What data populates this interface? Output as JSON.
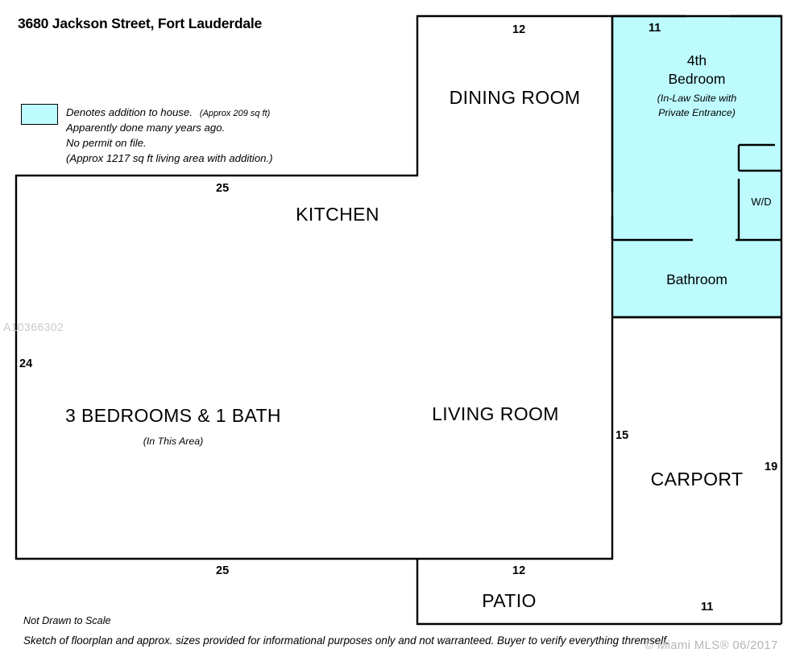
{
  "document": {
    "title": "3680 Jackson Street, Fort Lauderdale",
    "mls_id_watermark": "A10366302",
    "not_to_scale_note": "Not Drawn to Scale",
    "disclaimer": "Sketch of floorplan and approx. sizes provided for informational purposes only and not warranteed.  Buyer to verify everything thremself.",
    "mls_copyright": "© Miami MLS® 06/2017"
  },
  "legend": {
    "swatch_color": "#bdfbff",
    "line1": "Denotes addition to house.",
    "line1_sub": "(Approx 209 sq ft)",
    "line2": "Apparently done many years ago.",
    "line3": "No permit on file.",
    "line4": "(Approx 1217 sq ft living area with addition.)"
  },
  "rooms": [
    {
      "id": "dining-room",
      "label": "DINING ROOM",
      "style": "big"
    },
    {
      "id": "kitchen",
      "label": "KITCHEN",
      "style": "big"
    },
    {
      "id": "living-room",
      "label": "LIVING ROOM",
      "style": "big"
    },
    {
      "id": "bedrooms-area",
      "label": "3 BEDROOMS & 1 BATH",
      "style": "big",
      "sublabel": "(In This Area)"
    },
    {
      "id": "carport",
      "label": "CARPORT",
      "style": "big"
    },
    {
      "id": "patio",
      "label": "PATIO",
      "style": "big"
    },
    {
      "id": "fourth-bedroom",
      "label_line1": "4th",
      "label_line2": "Bedroom",
      "sublabel_line1": "(In-Law Suite with",
      "sublabel_line2": "Private Entrance)",
      "style": "med"
    },
    {
      "id": "bathroom",
      "label": "Bathroom",
      "style": "med"
    },
    {
      "id": "washer-dryer",
      "label": "W/D",
      "style": "xsmall"
    }
  ],
  "room_labels": {
    "dining_room": "DINING ROOM",
    "kitchen": "KITCHEN",
    "living_room": "LIVING ROOM",
    "bedrooms_area": "3 BEDROOMS & 1 BATH",
    "bedrooms_area_sub": "(In This Area)",
    "carport": "CARPORT",
    "patio": "PATIO",
    "fourth_bedroom_1": "4th",
    "fourth_bedroom_2": "Bedroom",
    "fourth_bedroom_sub_1": "(In-Law Suite with",
    "fourth_bedroom_sub_2": "Private Entrance)",
    "bathroom": "Bathroom",
    "washer_dryer": "W/D"
  },
  "dimensions": {
    "dining_top": "12",
    "bedroom_top": "11",
    "kitchen_top": "25",
    "left_wall": "24",
    "carport_left": "15",
    "carport_right": "19",
    "bottom_left": "25",
    "patio_top": "12",
    "patio_right": "11"
  },
  "colors": {
    "addition_fill": "#bdfbff",
    "wall_stroke": "#000000",
    "background": "#ffffff",
    "watermark": "#c9c9c9"
  }
}
